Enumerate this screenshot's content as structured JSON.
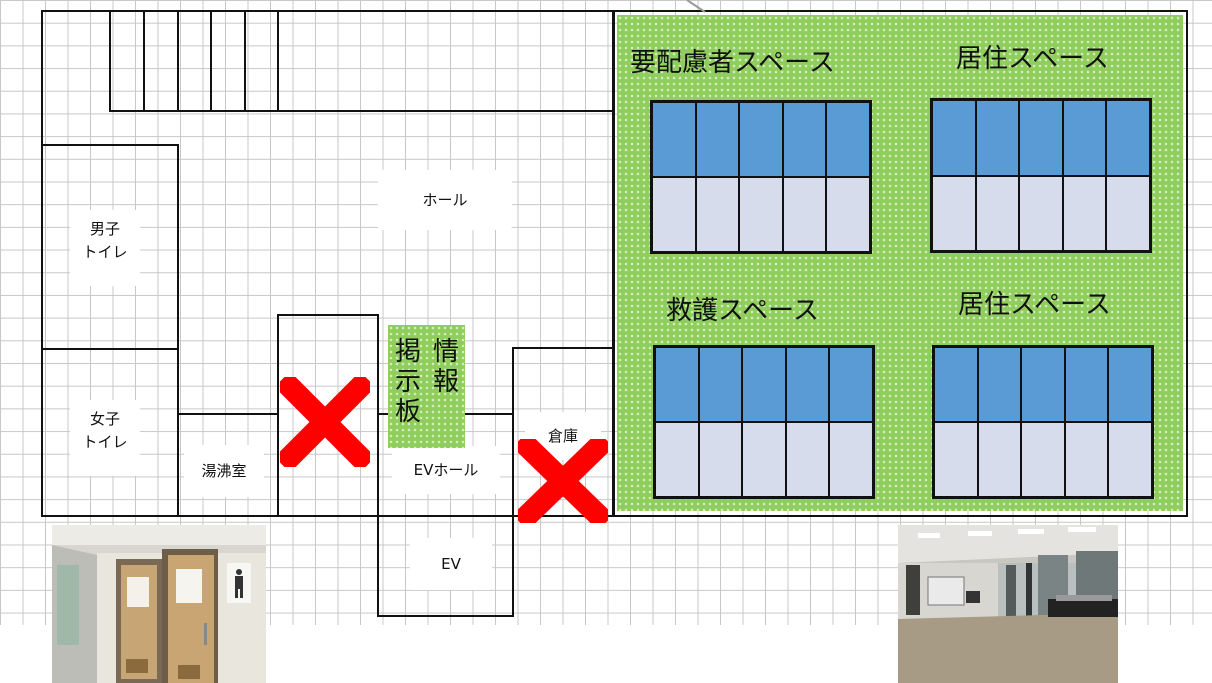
{
  "rooms": {
    "hall": "ホール",
    "mens_toilet": [
      "男子",
      "トイレ"
    ],
    "womens_toilet": [
      "女子",
      "トイレ"
    ],
    "kettle_room": "湯沸室",
    "ev_hall": "EVホール",
    "storage": "倉庫",
    "ev": "EV"
  },
  "board": {
    "chars": [
      "掲",
      "情",
      "示",
      "報",
      "板"
    ]
  },
  "spaces": {
    "care": "要配慮者スペース",
    "living_1": "居住スペース",
    "rescue": "救護スペース",
    "living_2": "居住スペース"
  },
  "colors": {
    "space_green": "#8fce5c",
    "rack_top": "#5b9bd5",
    "rack_bottom": "#d6dcec",
    "x_mark": "#ff0000"
  },
  "icons": [
    "x-mark-icon",
    "toilet-sign-icon"
  ]
}
